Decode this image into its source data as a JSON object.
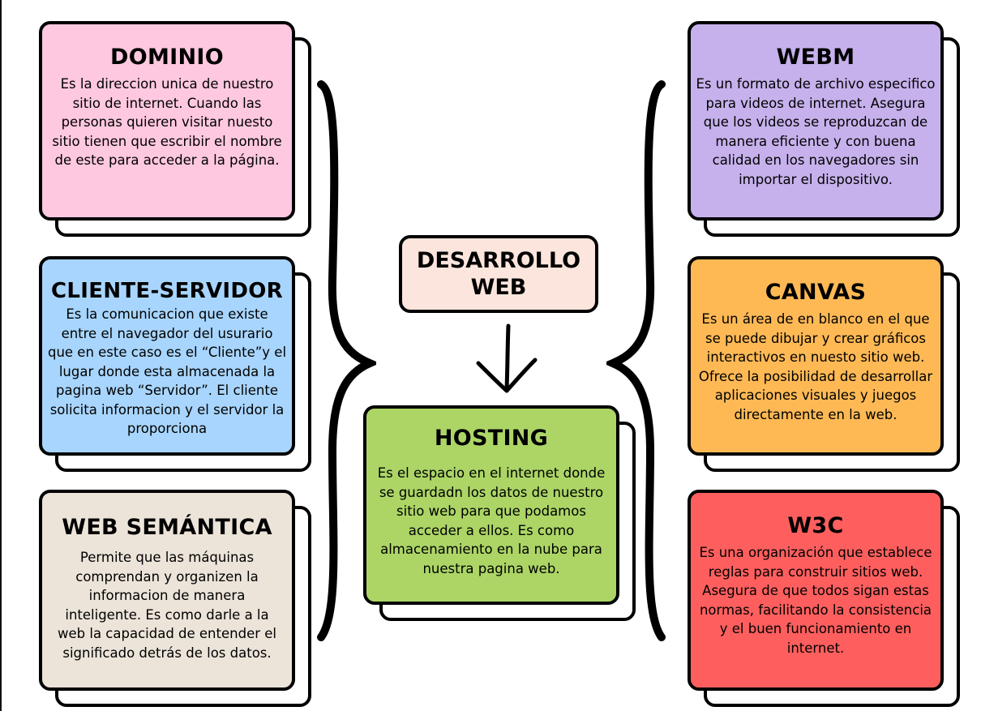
{
  "center": {
    "title": "DESARROLLO\nWEB"
  },
  "cards": {
    "dominio": {
      "title": "DOMINIO",
      "body": "Es la direccion unica de nuestro sitio de internet. Cuando las personas quieren visitar nuesto sitio tienen que escribir el nombre de este para acceder a la página.",
      "color": "#fec8e0"
    },
    "cliente_servidor": {
      "title": "CLIENTE-SERVIDOR",
      "body": "Es la comunicacion que existe entre el navegador del usurario que en este caso es el “Cliente”y el lugar donde esta almacenada la pagina web “Servidor”. El cliente solicita informacion y el servidor la proporciona",
      "color": "#a8d5fd"
    },
    "web_semantica": {
      "title": "WEB SEMÁNTICA",
      "body": "Permite que las máquinas comprendan y organizen la informacion de manera inteligente. Es como darle a la web la capacidad de entender el significado detrás de los datos.",
      "color": "#ece4d9"
    },
    "hosting": {
      "title": "HOSTING",
      "body": "Es el espacio en el internet donde se guardadn los datos de nuestro sitio web para que podamos acceder a ellos. Es como almacenamiento en la nube para nuestra pagina web.",
      "color": "#acd566"
    },
    "webm": {
      "title": "WEBM",
      "body": "Es un formato de archivo especifico para videos de internet. Asegura que los videos se reproduzcan de manera eficiente y con buena calidad en los navegadores sin importar el dispositivo.",
      "color": "#c6b1ec"
    },
    "canvas": {
      "title": "CANVAS",
      "body": "Es un área de en blanco en el que se puede dibujar y crear gráficos interactivos en nuesto sitio web. Ofrece la posibilidad de desarrollar aplicaciones visuales y juegos directamente en la web.",
      "color": "#feb955"
    },
    "w3c": {
      "title": "W3C",
      "body": "Es una organización que establece reglas para construir sitios web. Asegura de que todos sigan estas normas, facilitando la consistencia y el buen funcionamiento en internet.",
      "color": "#fe5f5e"
    }
  }
}
